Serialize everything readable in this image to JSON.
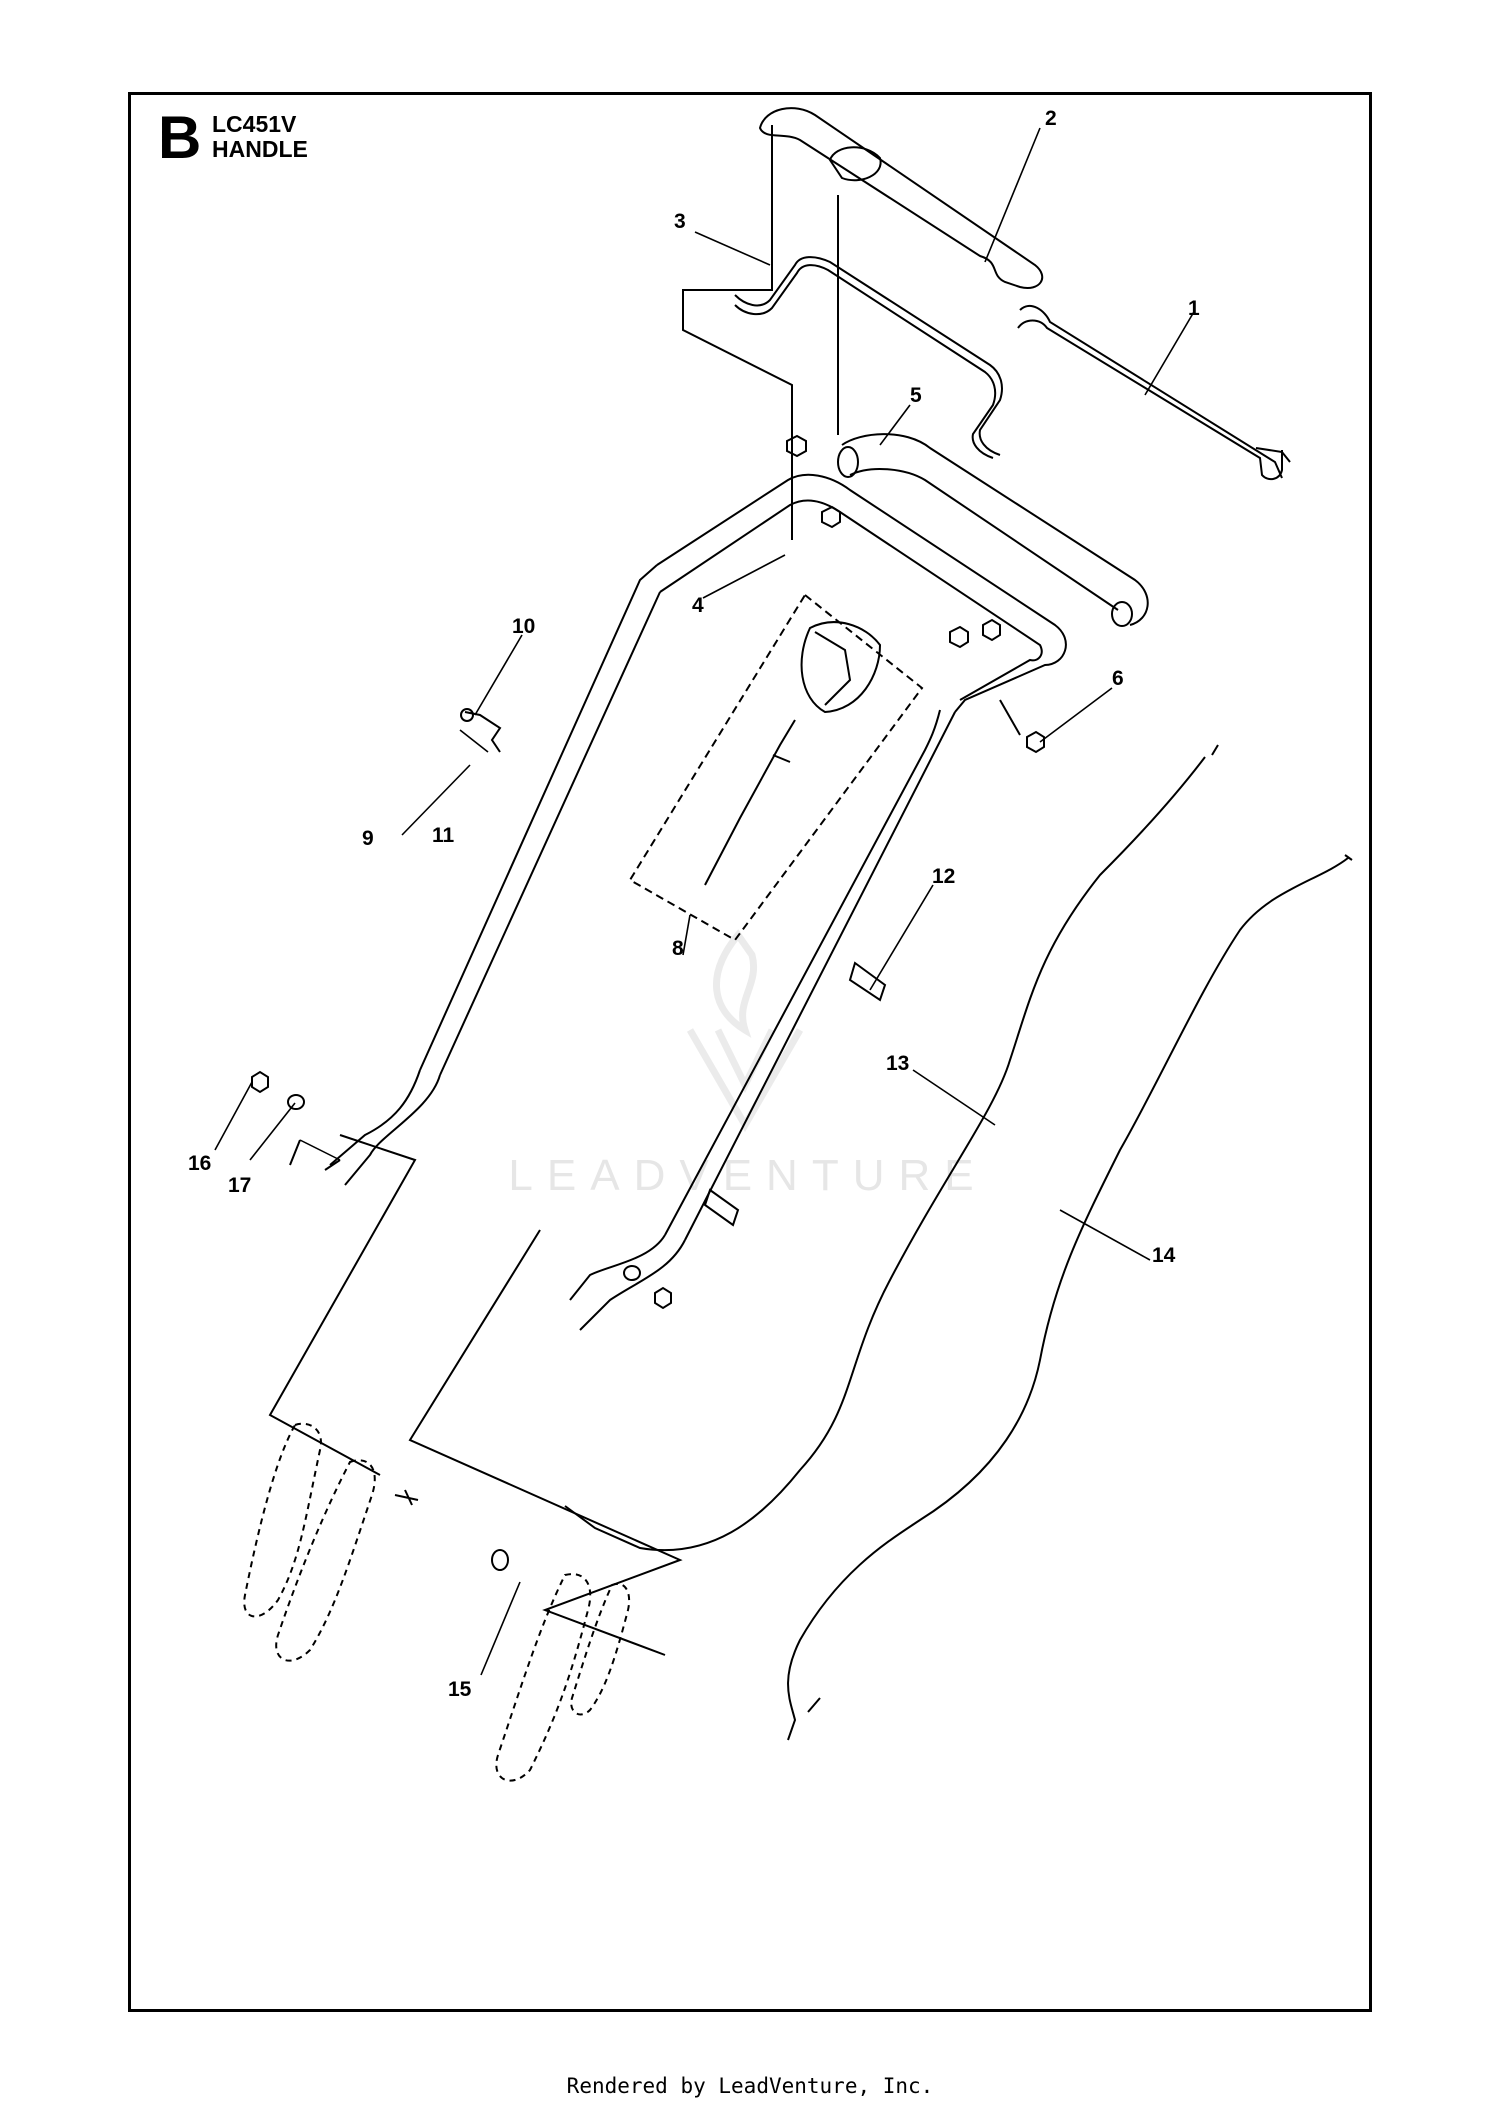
{
  "header": {
    "letter": "B",
    "model": "LC451V",
    "title": "HANDLE"
  },
  "callouts": [
    {
      "id": "c1",
      "label": "1"
    },
    {
      "id": "c2",
      "label": "2"
    },
    {
      "id": "c3",
      "label": "3"
    },
    {
      "id": "c4",
      "label": "4"
    },
    {
      "id": "c5",
      "label": "5"
    },
    {
      "id": "c6",
      "label": "6"
    },
    {
      "id": "c8",
      "label": "8"
    },
    {
      "id": "c9",
      "label": "9"
    },
    {
      "id": "c10",
      "label": "10"
    },
    {
      "id": "c11",
      "label": "11"
    },
    {
      "id": "c12",
      "label": "12"
    },
    {
      "id": "c13",
      "label": "13"
    },
    {
      "id": "c14",
      "label": "14"
    },
    {
      "id": "c15",
      "label": "15"
    },
    {
      "id": "c16",
      "label": "16"
    },
    {
      "id": "c17",
      "label": "17"
    }
  ],
  "watermark": "LEADVENTURE",
  "footer": "Rendered by LeadVenture, Inc."
}
